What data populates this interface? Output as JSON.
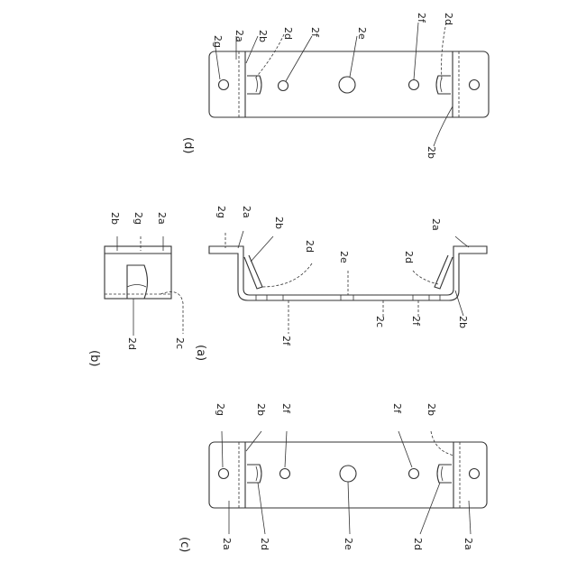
{
  "captions": {
    "a": "(a)",
    "b": "(b)",
    "c": "(c)",
    "d": "(d)"
  },
  "labels": {
    "g2": "2g",
    "a2": "2a",
    "b2": "2b",
    "c2": "2c",
    "d2": "2d",
    "e2": "2e",
    "f2": "2f"
  }
}
